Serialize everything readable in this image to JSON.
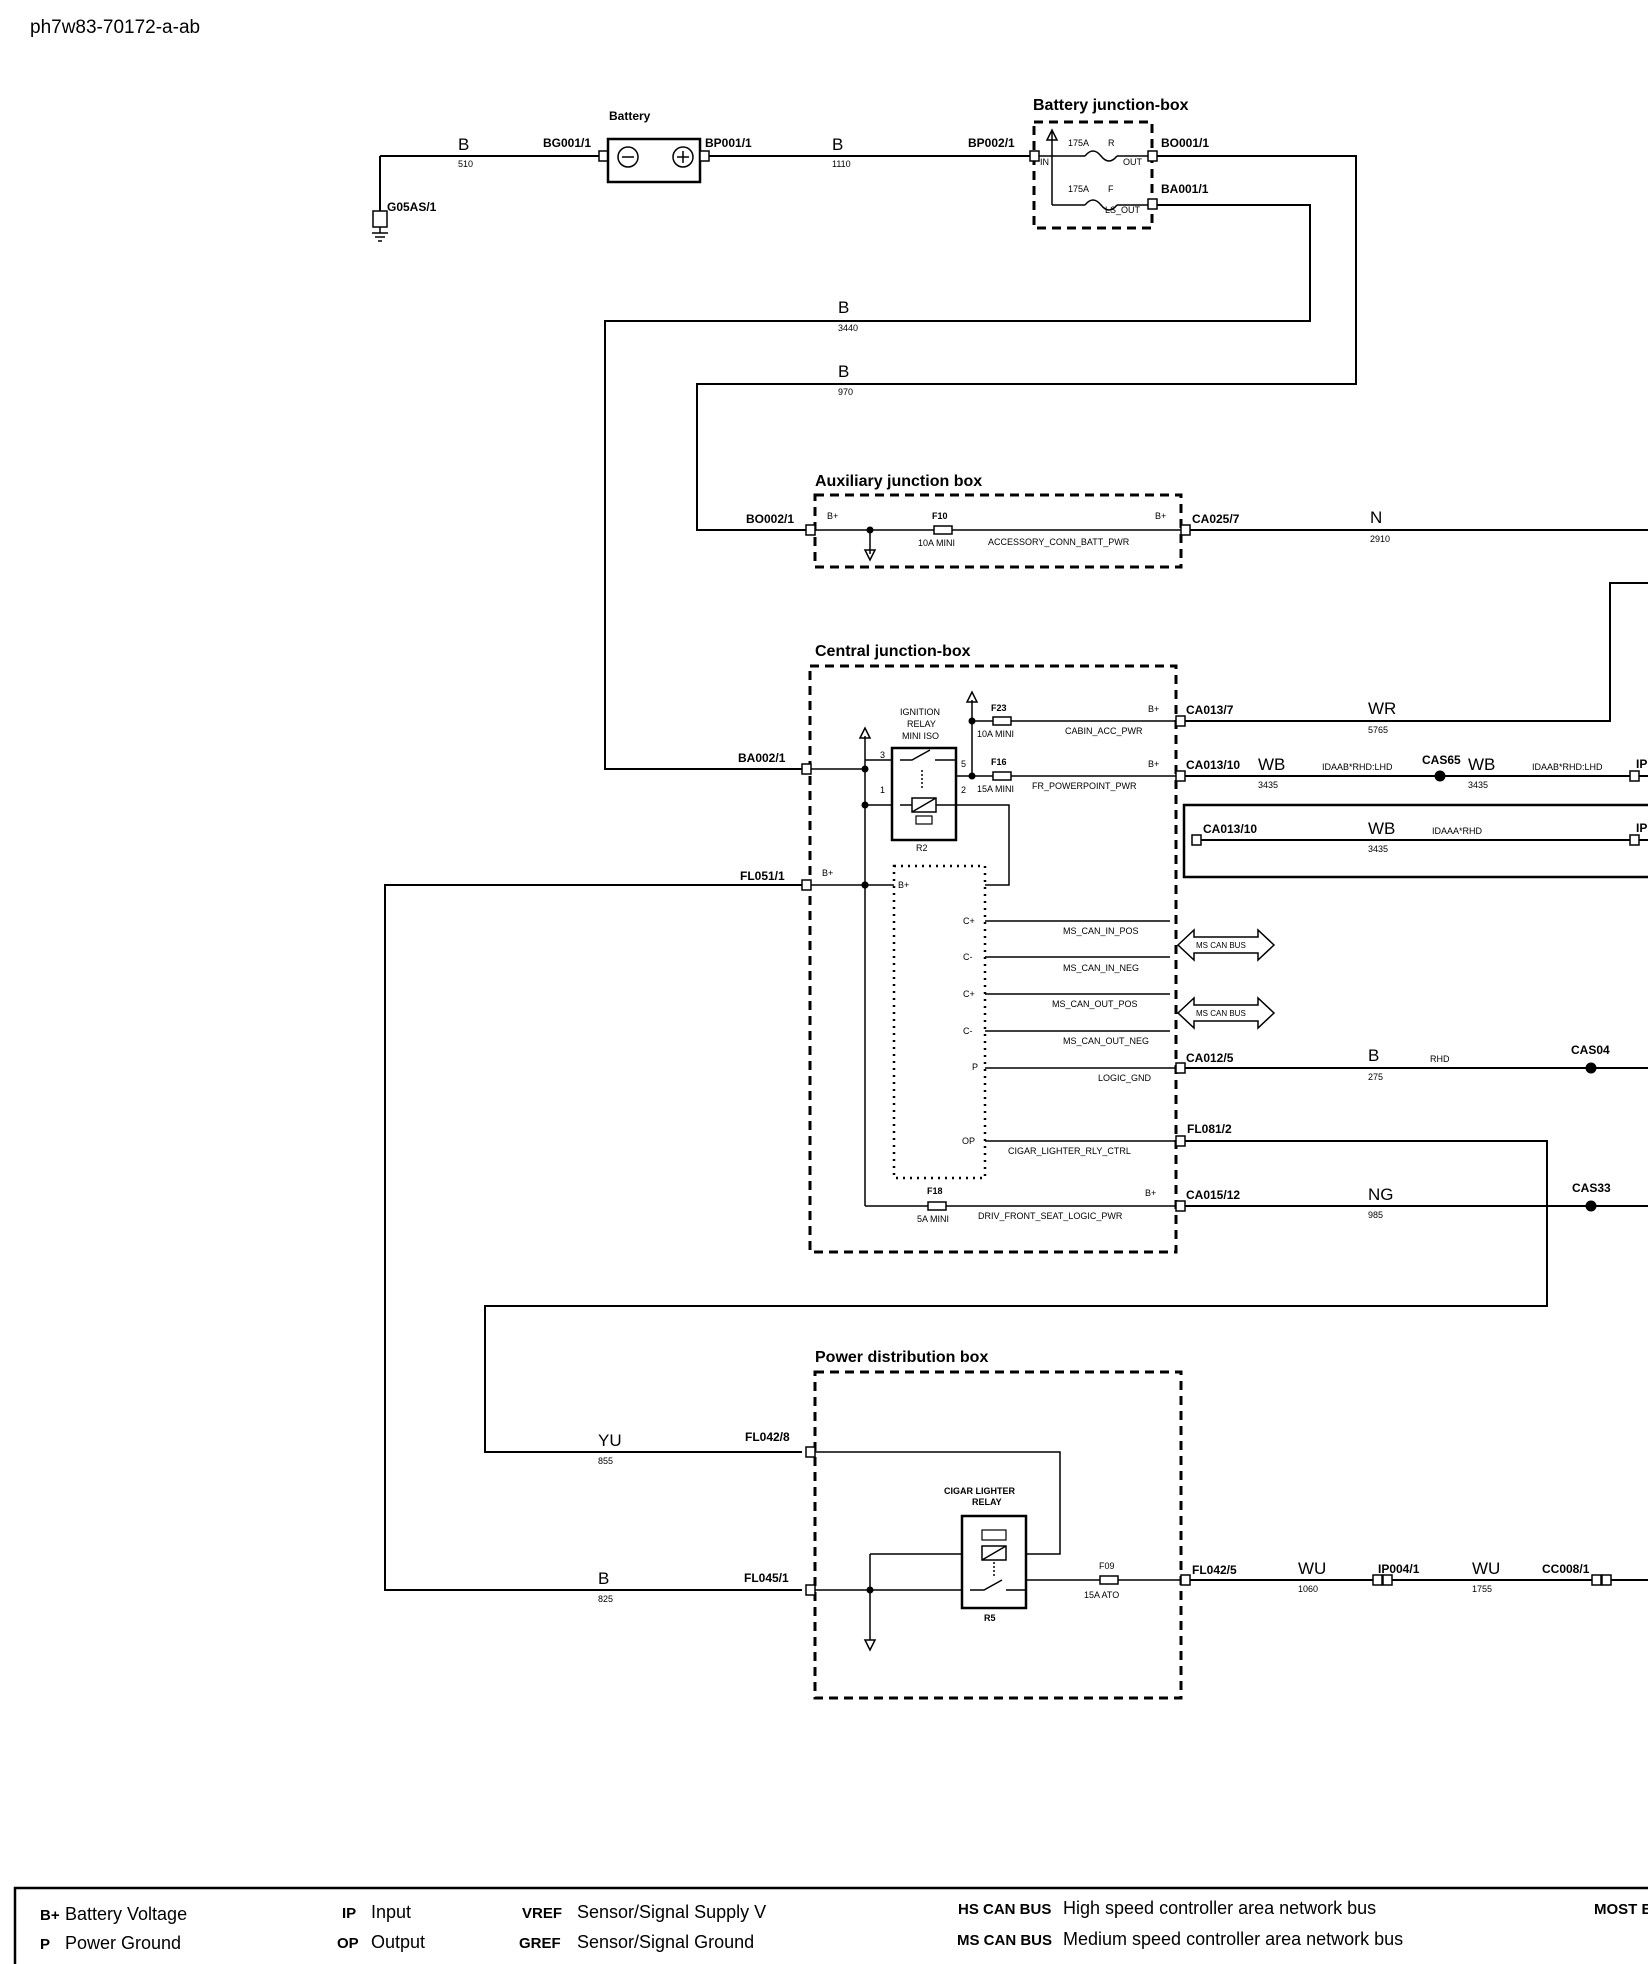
{
  "doc_id": "ph7w83-70172-a-ab",
  "boxes": {
    "battery": "Battery",
    "battery_jb": "Battery junction-box",
    "aux_jb": "Auxiliary junction box",
    "central_jb": "Central junction-box",
    "pdb": "Power distribution box"
  },
  "connectors": {
    "g05as1": "G05AS/1",
    "bg001": "BG001/1",
    "bp001": "BP001/1",
    "bp002": "BP002/1",
    "bo001": "BO001/1",
    "ba001": "BA001/1",
    "bo002": "BO002/1",
    "ca025": "CA025/7",
    "ba002": "BA002/1",
    "ca013_7": "CA013/7",
    "ca013_10": "CA013/10",
    "ca013_10b": "CA013/10",
    "fl051": "FL051/1",
    "ca012": "CA012/5",
    "fl081": "FL081/2",
    "ca015": "CA015/12",
    "fl042_8": "FL042/8",
    "fl045": "FL045/1",
    "fl042_5": "FL042/5",
    "ip004": "IP004/1",
    "cc008": "CC008/1",
    "ip1": "IP",
    "ip2": "IP"
  },
  "splices": {
    "cas65": "CAS65",
    "cas04": "CAS04",
    "cas33": "CAS33"
  },
  "wires": {
    "w510": {
      "color": "B",
      "num": "510"
    },
    "w1110": {
      "color": "B",
      "num": "1110"
    },
    "w3440": {
      "color": "B",
      "num": "3440"
    },
    "w970": {
      "color": "B",
      "num": "970"
    },
    "w2910": {
      "color": "N",
      "num": "2910"
    },
    "w5765": {
      "color": "WR",
      "num": "5765"
    },
    "w3435a": {
      "color": "WB",
      "num": "3435"
    },
    "w3435b": {
      "color": "WB",
      "num": "3435"
    },
    "w3435c": {
      "color": "WB",
      "num": "3435"
    },
    "w275": {
      "color": "B",
      "num": "275"
    },
    "w985": {
      "color": "NG",
      "num": "985"
    },
    "w855": {
      "color": "YU",
      "num": "855"
    },
    "w825": {
      "color": "B",
      "num": "825"
    },
    "w1060": {
      "color": "WU",
      "num": "1060"
    },
    "w1755": {
      "color": "WU",
      "num": "1755"
    }
  },
  "options": {
    "idaab1": "IDAAB*RHD:LHD",
    "idaab2": "IDAAB*RHD:LHD",
    "idaaa": "IDAAA*RHD",
    "rhd": "RHD"
  },
  "battery_jb": {
    "f1_rating": "175A",
    "f1_id": "R",
    "f2_rating": "175A",
    "f2_id": "F",
    "in": "IN",
    "out": "OUT",
    "ls_out": "LS_OUT"
  },
  "aux_jb": {
    "bplus_in": "B+",
    "bplus_out": "B+",
    "fuse": "F10",
    "fuse_rating": "10A MINI",
    "signal": "ACCESSORY_CONN_BATT_PWR"
  },
  "central_jb": {
    "relay_title_1": "IGNITION",
    "relay_title_2": "RELAY",
    "relay_title_3": "MINI ISO",
    "relay_id": "R2",
    "pin3": "3",
    "pin5": "5",
    "pin1": "1",
    "pin2": "2",
    "f23": "F23",
    "f23_rating": "10A MINI",
    "f16": "F16",
    "f16_rating": "15A MINI",
    "f18": "F18",
    "f18_rating": "5A MINI",
    "bplus_1": "B+",
    "bplus_2": "B+",
    "bplus_3": "B+",
    "bplus_in": "B+",
    "bplus_module": "B+",
    "sig_cabin": "CABIN_ACC_PWR",
    "sig_fr": "FR_POWERPOINT_PWR",
    "sig_can_in_pos": "MS_CAN_IN_POS",
    "sig_can_in_neg": "MS_CAN_IN_NEG",
    "sig_can_out_pos": "MS_CAN_OUT_POS",
    "sig_can_out_neg": "MS_CAN_OUT_NEG",
    "sig_logic_gnd": "LOGIC_GND",
    "sig_cigar": "CIGAR_LIGHTER_RLY_CTRL",
    "sig_driv": "DRIV_FRONT_SEAT_LOGIC_PWR",
    "pin_cplus1": "C+",
    "pin_cminus1": "C-",
    "pin_cplus2": "C+",
    "pin_cminus2": "C-",
    "pin_p": "P",
    "pin_op": "OP",
    "can_bus_1": "MS CAN BUS",
    "can_bus_2": "MS CAN BUS"
  },
  "pdb": {
    "relay_title_1": "CIGAR LIGHTER",
    "relay_title_2": "RELAY",
    "relay_id": "R5",
    "fuse": "F09",
    "fuse_rating": "15A ATO"
  },
  "legend": {
    "bplus_key": "B+",
    "bplus_desc": "Battery Voltage",
    "p_key": "P",
    "p_desc": "Power Ground",
    "ip_key": "IP",
    "ip_desc": "Input",
    "op_key": "OP",
    "op_desc": "Output",
    "vref_key": "VREF",
    "vref_desc": "Sensor/Signal Supply V",
    "gref_key": "GREF",
    "gref_desc": "Sensor/Signal Ground",
    "hs_key": "HS CAN BUS",
    "hs_desc": "High speed controller area network bus",
    "ms_key": "MS CAN BUS",
    "ms_desc": "Medium speed controller area network bus",
    "most_key": "MOST B"
  }
}
